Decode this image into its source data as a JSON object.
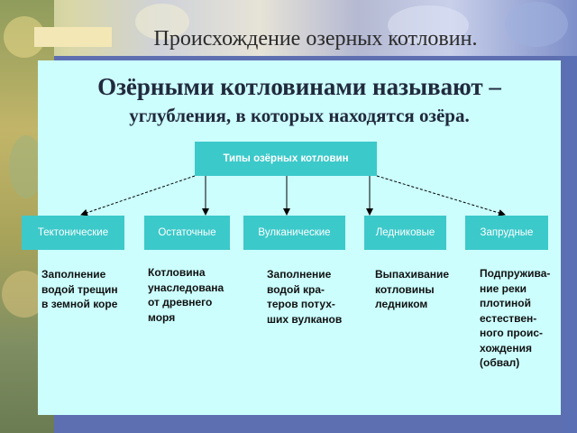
{
  "page_title": "Происхождение озерных котловин.",
  "heading": "Озёрными котловинами называют –",
  "subheading": "углубления, в которых находятся озёра.",
  "diagram": {
    "root_label": "Типы озёрных котловин",
    "types": [
      {
        "label": "Тектонические",
        "description": "Заполнение\nводой трещин\nв земной коре"
      },
      {
        "label": "Остаточные",
        "description": "Котловина\nунаследована\nот древнего\nморя"
      },
      {
        "label": "Вулканические",
        "description": "Заполнение\nводой кра-\nтеров потух-\nших вулканов"
      },
      {
        "label": "Ледниковые",
        "description": "Выпахивание\nкотловины\nледником"
      },
      {
        "label": "Запрудные",
        "description": "Подпружива-\nние реки\nплотиной\nестествен-\nного проис-\nхождения\n(обвал)"
      }
    ]
  },
  "colors": {
    "panel": "#ccfefe",
    "box": "#3cc9ca",
    "box_text": "#ffffff",
    "frame": "#5d6fb0"
  }
}
